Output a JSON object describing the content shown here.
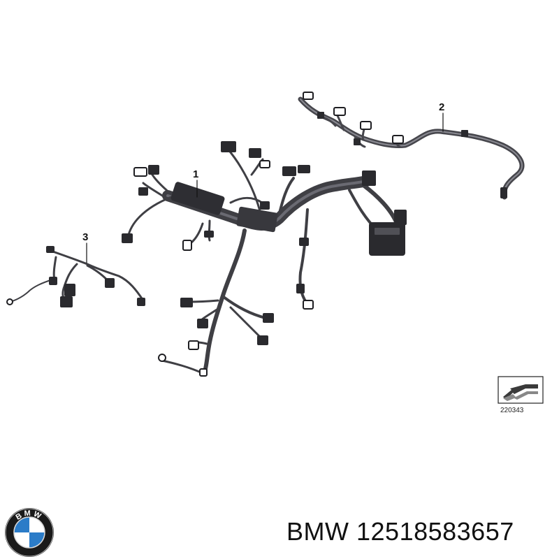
{
  "callouts": {
    "one": "1",
    "two": "2",
    "three": "3"
  },
  "reference_number": "220343",
  "logo": {
    "name": "bmw-roundel-icon",
    "letters": "BMW",
    "colors": {
      "blue": "#2b7cc8",
      "white": "#ffffff",
      "ring": "#1a1a1a"
    }
  },
  "part_label": {
    "brand": "BMW",
    "number": "12518583657"
  },
  "colors": {
    "harness": "#3f3f44",
    "connector": "#1e1e22",
    "leader": "#111111"
  }
}
